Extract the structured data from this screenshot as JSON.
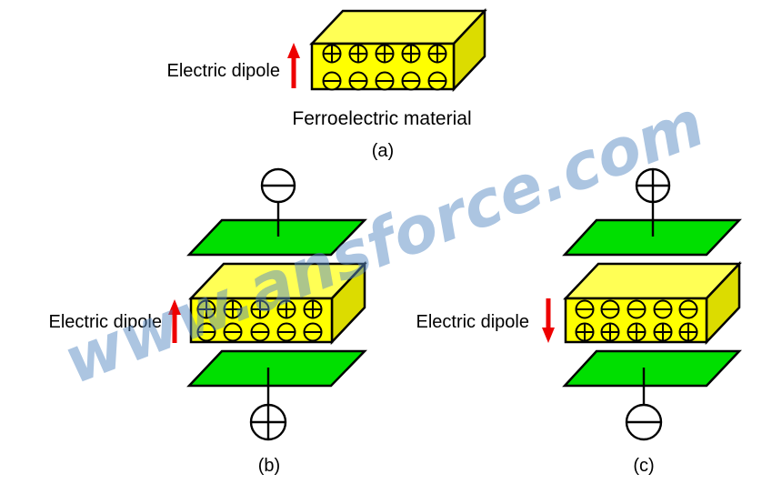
{
  "watermark": {
    "text": "www.ansforce.com",
    "color": "#A9C4E1"
  },
  "colors": {
    "box_front": "#FFFF00",
    "box_top": "#FFFF55",
    "box_side": "#DCDC00",
    "electrode_plate": "#00DF00",
    "dipole_arrow": "#EE0000",
    "outline": "#000000"
  },
  "panel_a": {
    "caption": "(a)",
    "dipole_label": "Electric dipole",
    "material_label": "Ferroelectric material",
    "dipole_direction": "up",
    "charge_rows": {
      "top": "plus",
      "bottom": "minus"
    },
    "charges_per_row": 5
  },
  "panel_b": {
    "caption": "(b)",
    "dipole_label": "Electric dipole",
    "dipole_direction": "up",
    "top_terminal": "minus",
    "bottom_terminal": "plus",
    "charge_rows": {
      "top": "plus",
      "bottom": "minus"
    },
    "charges_per_row": 5
  },
  "panel_c": {
    "caption": "(c)",
    "dipole_label": "Electric dipole",
    "dipole_direction": "down",
    "top_terminal": "plus",
    "bottom_terminal": "minus",
    "charge_rows": {
      "top": "minus",
      "bottom": "plus"
    },
    "charges_per_row": 5
  }
}
